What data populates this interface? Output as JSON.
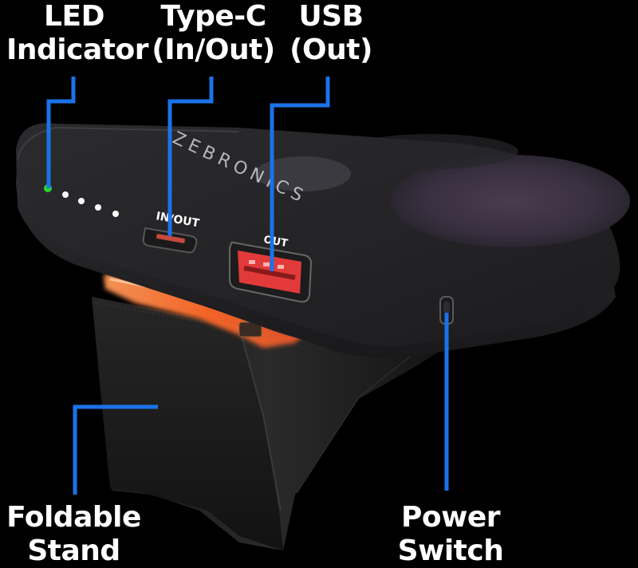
{
  "callouts": {
    "led": {
      "line1": "LED",
      "line2": "Indicator"
    },
    "typec": {
      "line1": "Type-C",
      "line2": "(In/Out)"
    },
    "usb": {
      "line1": "USB",
      "line2": "(Out)"
    },
    "stand": {
      "line1": "Foldable",
      "line2": "Stand"
    },
    "power": {
      "line1": "Power",
      "line2": "Switch"
    }
  },
  "device": {
    "brand": "ZEBRONICS",
    "port_in_out": "IN/OUT",
    "port_out": "OUT"
  },
  "colors": {
    "background": "#000000",
    "callout_line": "#1a73e8",
    "led_on": "#2bd62b",
    "led_off": "#ffffff",
    "usb_port": "#e23a3a",
    "glow": "#ff7a3d"
  }
}
